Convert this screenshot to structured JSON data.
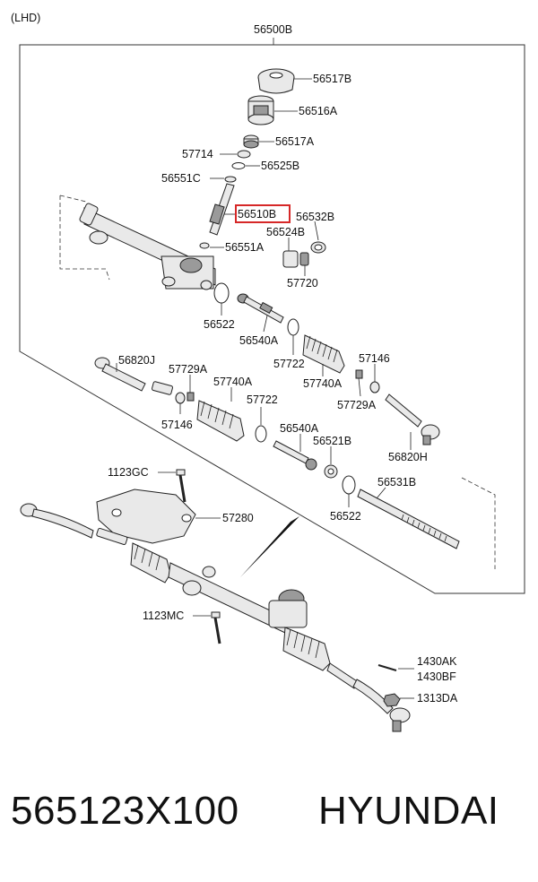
{
  "variant": "(LHD)",
  "assembly_label": "56500B",
  "callouts": {
    "c56517B": "56517B",
    "c56516A": "56516A",
    "c56517A": "56517A",
    "c57714": "57714",
    "c56525B": "56525B",
    "c56551C": "56551C",
    "c56510B": "56510B",
    "c56532B": "56532B",
    "c56524B": "56524B",
    "c56551A": "56551A",
    "c57720": "57720",
    "c56522_top": "56522",
    "c56540A_top": "56540A",
    "c57722_top": "57722",
    "c57740A_right": "57740A",
    "c57146_right": "57146",
    "c57729A_right": "57729A",
    "c56820H": "56820H",
    "c56820J": "56820J",
    "c57729A_left": "57729A",
    "c57740A_left": "57740A",
    "c57722_left": "57722",
    "c57146_left": "57146",
    "c56540A_mid": "56540A",
    "c56521B": "56521B",
    "c56531B": "56531B",
    "c56522_bottom": "56522",
    "c1123GC": "1123GC",
    "c57280": "57280",
    "c1123MC": "1123MC",
    "c1430AK": "1430AK",
    "c1430BF": "1430BF",
    "c1313DA": "1313DA"
  },
  "highlight_color": "#d62828",
  "footer": {
    "part_number": "565123X100",
    "brand": "HYUNDAI"
  }
}
